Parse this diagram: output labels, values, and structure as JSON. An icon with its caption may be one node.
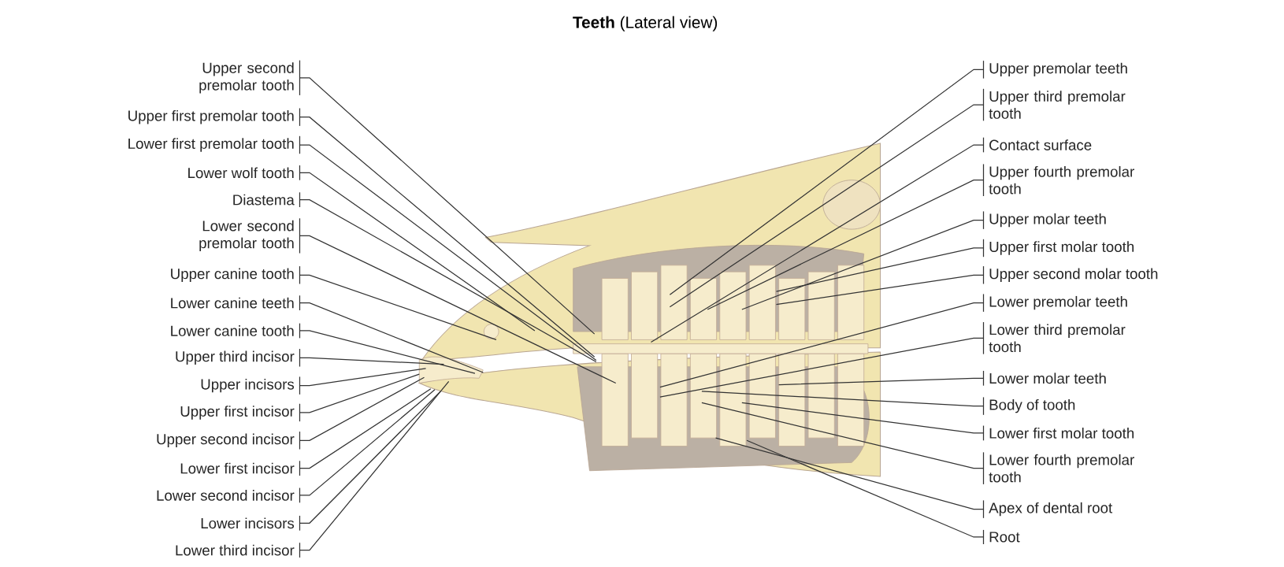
{
  "diagram": {
    "title": "**Teeth** (Lateral view)",
    "nodes": [
      {
        "text": [
          "Upper second premolar tooth"
        ]
      },
      {
        "text": [
          "Upper first premolar tooth"
        ]
      },
      {
        "text": [
          "Lower first premolar tooth"
        ]
      },
      {
        "text": [
          "Lower wolf tooth"
        ]
      },
      {
        "text": [
          "Diastema"
        ]
      },
      {
        "text": [
          "Lower second premolar tooth"
        ]
      },
      {
        "text": [
          "Upper canine tooth"
        ]
      },
      {
        "text": [
          "Lower canine teeth"
        ]
      },
      {
        "text": [
          "Lower canine tooth"
        ]
      },
      {
        "text": [
          "Upper third incisor"
        ]
      },
      {
        "text": [
          "Upper incisors"
        ]
      },
      {
        "text": [
          "Upper first incisor"
        ]
      },
      {
        "text": [
          "Upper second incisor"
        ]
      },
      {
        "text": [
          "Lower first incisor"
        ]
      },
      {
        "text": [
          "Lower second incisor"
        ]
      },
      {
        "text": [
          "Lower incisors"
        ]
      },
      {
        "text": [
          "Lower third incisor"
        ]
      },
      {
        "text": [
          "Upper premolar teeth"
        ]
      },
      {
        "text": [
          "Upper third premolar tooth"
        ]
      },
      {
        "text": [
          "Contact surface"
        ]
      },
      {
        "text": [
          "Upper fourth premolar tooth"
        ]
      },
      {
        "text": [
          "Upper molar teeth"
        ]
      },
      {
        "text": [
          "Upper first molar tooth"
        ]
      },
      {
        "text": [
          "Upper second molar tooth"
        ]
      },
      {
        "text": [
          "Lower premolar teeth"
        ]
      },
      {
        "text": [
          "Lower third premolar tooth"
        ]
      },
      {
        "text": [
          "Lower molar teeth"
        ]
      },
      {
        "text": [
          "Body of tooth"
        ]
      },
      {
        "text": [
          "Lower first molar tooth"
        ]
      },
      {
        "text": [
          "Lower fourth premolar tooth"
        ]
      },
      {
        "text": [
          "Apex of dental root"
        ]
      },
      {
        "text": [
          "Root"
        ]
      }
    ],
    "edges": [
      {
        "from": 0,
        "to": null,
        "arrow": "none"
      },
      {
        "from": 1,
        "to": null,
        "arrow": "none"
      },
      {
        "from": 2,
        "to": null,
        "arrow": "none"
      },
      {
        "from": 3,
        "to": null,
        "arrow": "none"
      },
      {
        "from": 4,
        "to": null,
        "arrow": "none"
      },
      {
        "from": 5,
        "to": null,
        "arrow": "none"
      },
      {
        "from": 6,
        "to": null,
        "arrow": "none"
      },
      {
        "from": 7,
        "to": null,
        "arrow": "none"
      },
      {
        "from": 8,
        "to": null,
        "arrow": "none"
      },
      {
        "from": 9,
        "to": null,
        "arrow": "none"
      },
      {
        "from": 10,
        "to": null,
        "arrow": "none"
      },
      {
        "from": 11,
        "to": null,
        "arrow": "none"
      },
      {
        "from": 12,
        "to": null,
        "arrow": "none"
      },
      {
        "from": 13,
        "to": null,
        "arrow": "none"
      },
      {
        "from": 14,
        "to": null,
        "arrow": "none"
      },
      {
        "from": 15,
        "to": null,
        "arrow": "none"
      },
      {
        "from": 16,
        "to": null,
        "arrow": "none"
      },
      {
        "from": 17,
        "to": null,
        "arrow": "none"
      },
      {
        "from": 18,
        "to": null,
        "arrow": "none"
      },
      {
        "from": 19,
        "to": null,
        "arrow": "none"
      },
      {
        "from": 20,
        "to": null,
        "arrow": "none"
      },
      {
        "from": 21,
        "to": null,
        "arrow": "none"
      },
      {
        "from": 22,
        "to": null,
        "arrow": "none"
      },
      {
        "from": 23,
        "to": null,
        "arrow": "none"
      },
      {
        "from": 24,
        "to": null,
        "arrow": "none"
      },
      {
        "from": 25,
        "to": null,
        "arrow": "none"
      },
      {
        "from": 26,
        "to": null,
        "arrow": "none"
      },
      {
        "from": 27,
        "to": null,
        "arrow": "none"
      },
      {
        "from": 28,
        "to": null,
        "arrow": "none"
      },
      {
        "from": 29,
        "to": null,
        "arrow": "none"
      },
      {
        "from": 30,
        "to": null,
        "arrow": "none"
      },
      {
        "from": 31,
        "to": null,
        "arrow": "none"
      }
    ]
  }
}
